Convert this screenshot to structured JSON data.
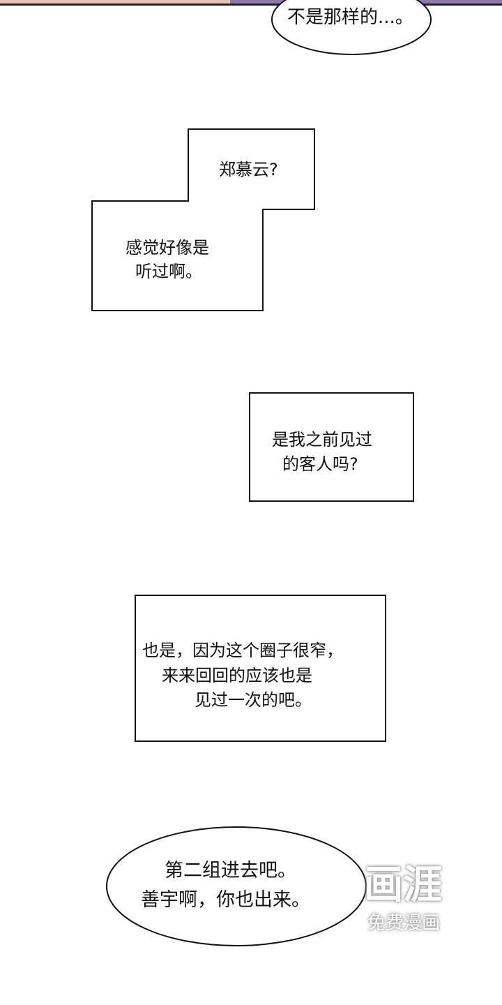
{
  "bubbles": [
    {
      "lines": [
        "不是那样的...。"
      ]
    },
    {
      "lines": [
        "郑慕云?"
      ]
    },
    {
      "lines": [
        "感觉好像是",
        "听过啊。"
      ]
    },
    {
      "lines": [
        "是我之前见过",
        "的客人吗?"
      ]
    },
    {
      "lines": [
        "也是，因为这个圈子很窄，",
        "来来回回的应该也是",
        "见过一次的吧。"
      ]
    },
    {
      "lines": [
        "第二组进去吧。",
        "善宇啊，你也出来。"
      ]
    }
  ],
  "watermark": {
    "logo": "画涯",
    "tagline": "免费漫画"
  }
}
